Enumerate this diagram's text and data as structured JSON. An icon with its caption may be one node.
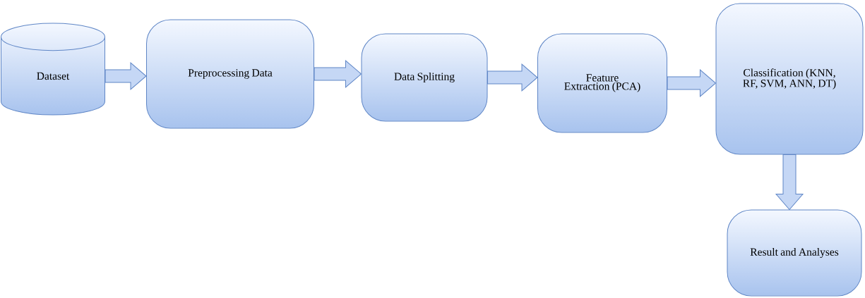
{
  "diagram": {
    "nodes": [
      {
        "text": [
          "Dataset"
        ]
      },
      {
        "text": [
          "Preprocessing Data"
        ]
      },
      {
        "text": [
          "Data Splitting"
        ]
      },
      {
        "text": [
          "Feature Extraction (PCA)"
        ]
      },
      {
        "text": [
          "Classification (KNN, RF, SVM, ANN, DT)"
        ]
      },
      {
        "text": [
          "Result and Analyses"
        ]
      }
    ],
    "edges": [
      {
        "from": 0,
        "to": 1,
        "arrow": "to"
      },
      {
        "from": 1,
        "to": 2,
        "arrow": "to"
      },
      {
        "from": 2,
        "to": 3,
        "arrow": "to"
      },
      {
        "from": 3,
        "to": 4,
        "arrow": "to"
      },
      {
        "from": 4,
        "to": 5,
        "arrow": "to"
      }
    ]
  }
}
